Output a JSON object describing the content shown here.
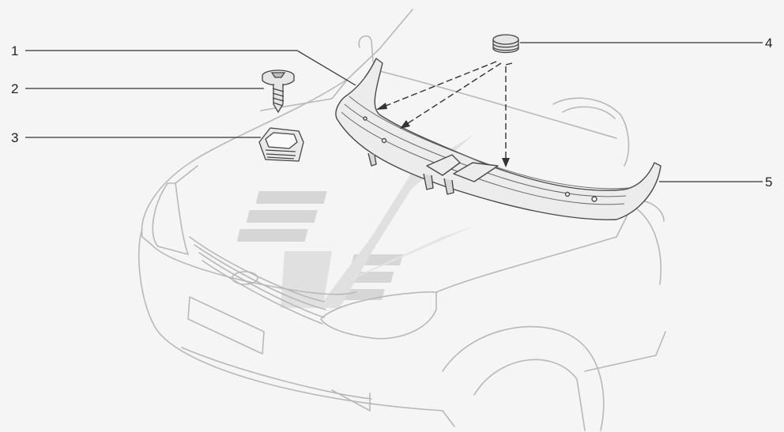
{
  "callouts": {
    "c1": "1",
    "c2": "2",
    "c3": "3",
    "c4": "4",
    "c5": "5"
  },
  "colors": {
    "background": "#f5f5f5",
    "car_outline": "#b8b8b8",
    "part_line": "#4a4a4a",
    "leader": "#333333",
    "watermark": "#cfcfcf"
  }
}
